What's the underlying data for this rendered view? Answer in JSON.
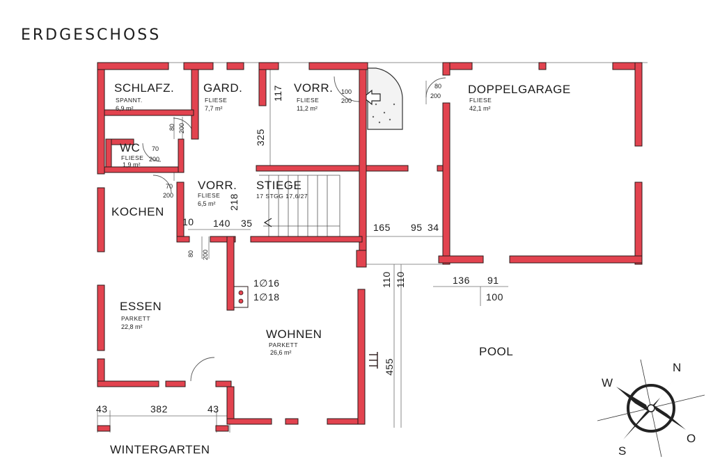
{
  "plan_title": "ERDGESCHOSS",
  "colors": {
    "wall": "#e2434f",
    "wall_outline": "#2a1a1a",
    "line": "#6b6b6b",
    "background": "#ffffff"
  },
  "rooms": {
    "schlafzimmer": {
      "name": "SCHLAFZ.",
      "floor": "SPANNT.",
      "area": "6,9 m²"
    },
    "garderobe": {
      "name": "GARD.",
      "floor": "FLIESE",
      "area": "7,7 m²"
    },
    "vorraum_oben": {
      "name": "VORR.",
      "floor": "FLIESE",
      "area": "11,2 m²"
    },
    "wc": {
      "name": "WC",
      "floor": "FLIESE",
      "area": "1,9 m²"
    },
    "vorraum_mitte": {
      "name": "VORR.",
      "floor": "FLIESE",
      "area": "6,5 m²"
    },
    "stiege": {
      "name": "STIEGE",
      "info": "17 STGG 17,6/27"
    },
    "kochen": {
      "name": "KOCHEN"
    },
    "essen": {
      "name": "ESSEN",
      "floor": "PARKETT",
      "area": "22,8 m²"
    },
    "wohnen": {
      "name": "WOHNEN",
      "floor": "PARKETT",
      "area": "26,6 m²"
    },
    "doppelgarage": {
      "name": "DOPPELGARAGE",
      "floor": "FLIESE",
      "area": "42,1 m²"
    },
    "pool": {
      "name": "POOL"
    },
    "wintergarten": {
      "name": "WINTERGARTEN"
    }
  },
  "doors": {
    "schlafz": {
      "w": "80",
      "h": "200"
    },
    "wc": {
      "w": "70",
      "h": "200"
    },
    "kochen": {
      "w": "70",
      "h": "200"
    },
    "essen": {
      "w": "80",
      "h": "200"
    },
    "vorr": {
      "w": "100",
      "h": "200"
    },
    "garage": {
      "w": "80",
      "h": "200"
    }
  },
  "dimensions": {
    "d117": "117",
    "d325": "325",
    "d218": "218",
    "d10": "10",
    "d140": "140",
    "d35": "35",
    "d165": "165",
    "d95": "95",
    "d34": "34",
    "d110a": "110",
    "d110b": "110",
    "d136": "136",
    "d91": "91",
    "d100": "100",
    "d455": "455",
    "d43a": "43",
    "d382": "382",
    "d43b": "43"
  },
  "chimney": {
    "line1": "1∅16",
    "line2": "1∅18"
  },
  "compass": {
    "n": "N",
    "s": "S",
    "w": "W",
    "o": "O"
  }
}
